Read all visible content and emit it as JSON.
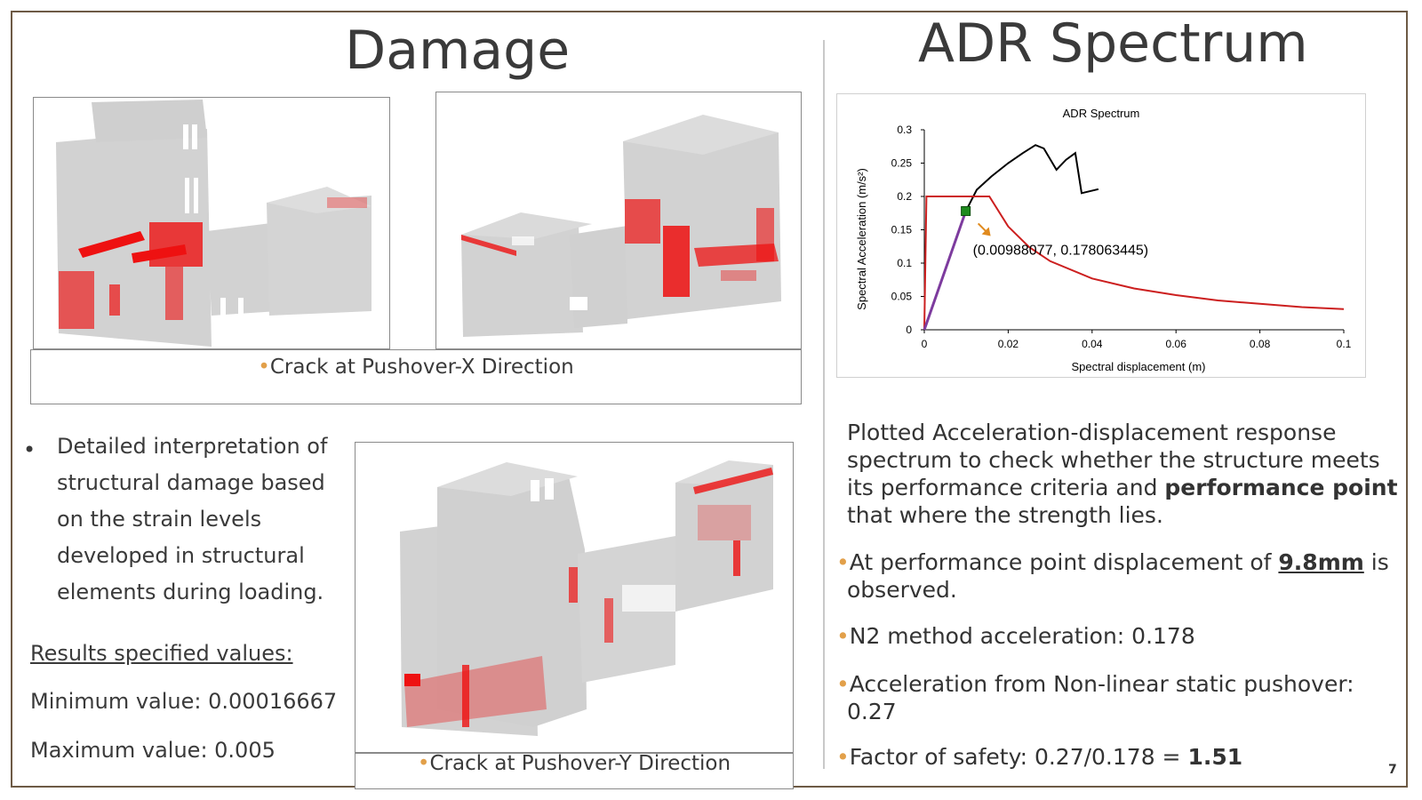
{
  "left_title": "Damage",
  "right_title": "ADR Spectrum",
  "caption_x": "Crack at Pushover-X Direction",
  "caption_y": "Crack at Pushover-Y Direction",
  "bullet_char": "•",
  "interpretation": [
    "Detailed interpretation of",
    "structural damage based",
    "on the strain levels",
    "developed in structural",
    "elements during loading."
  ],
  "results_heading": "Results specified values:",
  "min_value": "Minimum value: 0.00016667",
  "max_value": "Maximum value: 0.005",
  "description": {
    "lines": [
      "Plotted Acceleration-displacement response",
      "spectrum to check whether the structure meets",
      "its performance criteria and "
    ],
    "bold": "performance point",
    "last": "that where the strength lies."
  },
  "point1": {
    "pre": "At performance point displacement of ",
    "value": "9.8mm",
    "post": " is",
    "line2": "observed."
  },
  "point2": "N2 method acceleration: 0.178",
  "point3": {
    "line1": "Acceleration from Non-linear static pushover:",
    "line2": "0.27"
  },
  "point4": {
    "pre": "Factor of safety: 0.27/0.178 = ",
    "bold": "1.51"
  },
  "page_number": "7",
  "colors": {
    "frame": "#6d5a45",
    "bullet": "#e2a04a",
    "damage": "#ee1111",
    "model": "#d2d2d2",
    "capacity": "#000000",
    "demand": "#cc1f1f",
    "elastic": "#7d3b9e",
    "perf_point": "#1f8a1f"
  },
  "chart_data": {
    "type": "line",
    "title": "ADR Spectrum",
    "xlabel": "Spectral displacement (m)",
    "ylabel": "Spectral Acceleration (m/s²)",
    "xlim": [
      0,
      0.1
    ],
    "ylim": [
      0,
      0.3
    ],
    "x_ticks": [
      "0",
      "0.02",
      "0.04",
      "0.06",
      "0.08",
      "0.1"
    ],
    "y_ticks": [
      "0",
      "0.05",
      "0.1",
      "0.15",
      "0.2",
      "0.25",
      "0.3"
    ],
    "series": [
      {
        "role": "capacity",
        "x": [
          0,
          0.0099,
          0.0125,
          0.016,
          0.02,
          0.0235,
          0.0265,
          0.0285,
          0.0315,
          0.0338,
          0.036,
          0.0375,
          0.0415
        ],
        "y": [
          0,
          0.178,
          0.21,
          0.23,
          0.25,
          0.265,
          0.277,
          0.272,
          0.24,
          0.255,
          0.265,
          0.205,
          0.211
        ]
      },
      {
        "role": "demand",
        "x": [
          0,
          0.0005,
          0.002,
          0.0155,
          0.02,
          0.025,
          0.03,
          0.04,
          0.05,
          0.06,
          0.07,
          0.08,
          0.09,
          0.1
        ],
        "y": [
          0,
          0.2,
          0.2,
          0.2,
          0.155,
          0.124,
          0.103,
          0.077,
          0.062,
          0.052,
          0.044,
          0.039,
          0.034,
          0.031
        ]
      },
      {
        "role": "elastic",
        "x": [
          0,
          0.0099
        ],
        "y": [
          0,
          0.178
        ]
      }
    ],
    "performance_point": {
      "x": 0.00988077,
      "y": 0.178063445,
      "label": "(0.00988077, 0.178063445)"
    }
  }
}
